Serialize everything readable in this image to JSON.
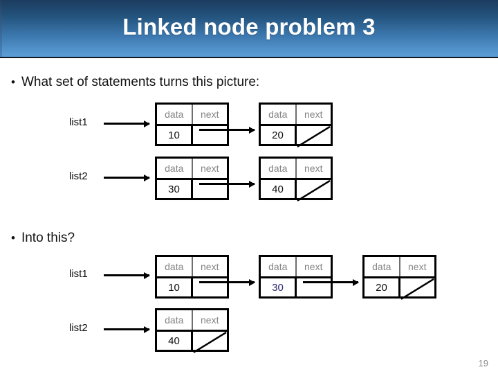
{
  "slide": {
    "title": "Linked node problem 3",
    "page_number": "19",
    "accent_dark": "#1c3c5e",
    "accent_light": "#5a9bd4",
    "header_text_color": "#848484",
    "value_blue": "#2b2b6e"
  },
  "bullets": [
    {
      "marker": "•",
      "text": "What set of statements turns this picture:"
    },
    {
      "marker": "•",
      "text": "Into this?"
    }
  ],
  "node_headers": {
    "data": "data",
    "next": "next"
  },
  "diagram_before": {
    "rows": [
      {
        "label": "list1",
        "nodes": [
          {
            "data": "10",
            "next": "pointer",
            "data_color": "black"
          },
          {
            "data": "20",
            "next": "null",
            "data_color": "black"
          }
        ]
      },
      {
        "label": "list2",
        "nodes": [
          {
            "data": "30",
            "next": "pointer",
            "data_color": "black"
          },
          {
            "data": "40",
            "next": "null",
            "data_color": "black"
          }
        ]
      }
    ]
  },
  "diagram_after": {
    "rows": [
      {
        "label": "list1",
        "nodes": [
          {
            "data": "10",
            "next": "pointer",
            "data_color": "black"
          },
          {
            "data": "30",
            "next": "pointer",
            "data_color": "blue"
          },
          {
            "data": "20",
            "next": "null",
            "data_color": "black"
          }
        ]
      },
      {
        "label": "list2",
        "nodes": [
          {
            "data": "40",
            "next": "null",
            "data_color": "black"
          }
        ]
      }
    ]
  }
}
